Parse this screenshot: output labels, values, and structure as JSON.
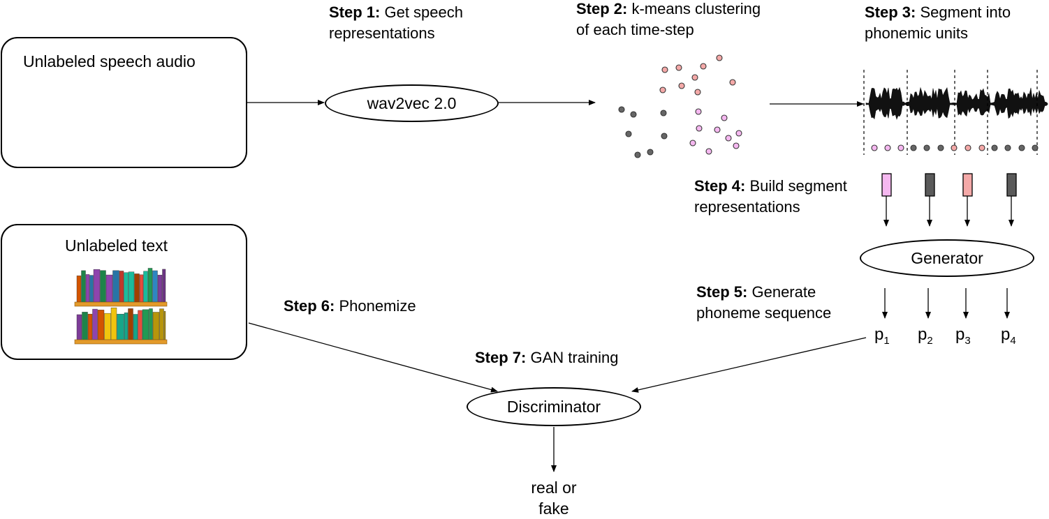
{
  "inputs": {
    "speech_box": {
      "title": "Unlabeled speech audio"
    },
    "text_box": {
      "title": "Unlabeled text"
    }
  },
  "steps": [
    {
      "num": "Step 1:",
      "text_line1": "Get speech",
      "text_line2": "representations"
    },
    {
      "num": "Step 2:",
      "text_line1": "k-means clustering",
      "text_line2": "of each time-step"
    },
    {
      "num": "Step 3:",
      "text_line1": "Segment into",
      "text_line2": "phonemic units"
    },
    {
      "num": "Step 4:",
      "text_line1": "Build segment",
      "text_line2": "representations"
    },
    {
      "num": "Step 5:",
      "text_line1": "Generate",
      "text_line2": "phoneme sequence"
    },
    {
      "num": "Step 6:",
      "text_line1": "Phonemize",
      "text_line2": ""
    },
    {
      "num": "Step 7:",
      "text_line1": "GAN training",
      "text_line2": ""
    }
  ],
  "nodes": {
    "wav2vec": "wav2vec 2.0",
    "generator": "Generator",
    "discriminator": "Discriminator"
  },
  "phonemes": [
    {
      "base": "p",
      "sub": "1"
    },
    {
      "base": "p",
      "sub": "2"
    },
    {
      "base": "p",
      "sub": "3"
    },
    {
      "base": "p",
      "sub": "4"
    }
  ],
  "output": {
    "line1": "real or",
    "line2": "fake"
  },
  "colors": {
    "cluster_pink": "#f4a9a8",
    "cluster_violet": "#f5b8f0",
    "cluster_gray": "#666666",
    "segment_colors": [
      "#f5b8f0",
      "#5a5a5a",
      "#f4a9a8",
      "#5a5a5a"
    ],
    "shelf_wood": "#e39a2a"
  },
  "icons": {
    "waveforms": "audio-waveform-icon",
    "bookshelf": "bookshelf-icon"
  }
}
